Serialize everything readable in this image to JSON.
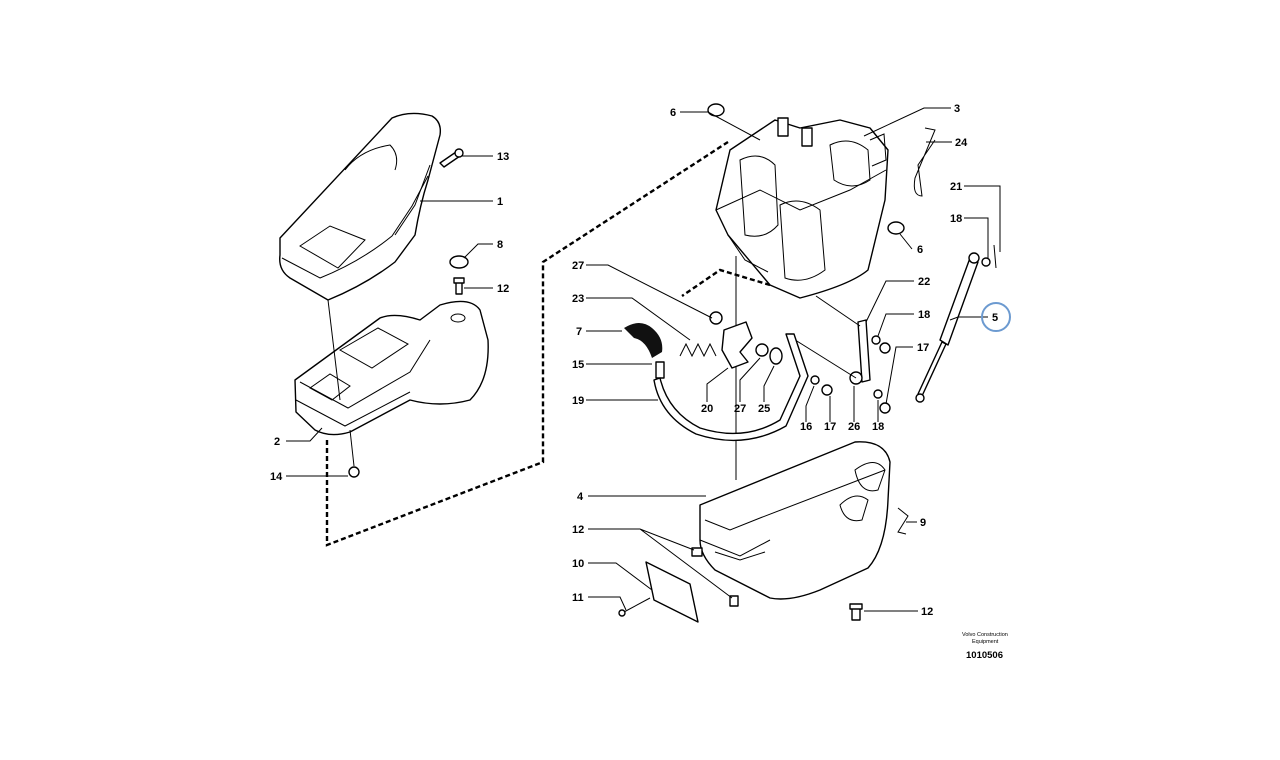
{
  "diagram": {
    "manufacturer_line1": "Volvo Construction",
    "manufacturer_line2": "Equipment",
    "drawing_number": "1010506",
    "highlight_color": "#6c9ad0",
    "callouts": [
      {
        "id": "c1",
        "label": "1"
      },
      {
        "id": "c2",
        "label": "2"
      },
      {
        "id": "c3",
        "label": "3"
      },
      {
        "id": "c4",
        "label": "4"
      },
      {
        "id": "c5",
        "label": "5"
      },
      {
        "id": "c6a",
        "label": "6"
      },
      {
        "id": "c6b",
        "label": "6"
      },
      {
        "id": "c7",
        "label": "7"
      },
      {
        "id": "c8",
        "label": "8"
      },
      {
        "id": "c9",
        "label": "9"
      },
      {
        "id": "c10",
        "label": "10"
      },
      {
        "id": "c11",
        "label": "11"
      },
      {
        "id": "c12a",
        "label": "12"
      },
      {
        "id": "c12b",
        "label": "12"
      },
      {
        "id": "c12c",
        "label": "12"
      },
      {
        "id": "c13",
        "label": "13"
      },
      {
        "id": "c14",
        "label": "14"
      },
      {
        "id": "c15",
        "label": "15"
      },
      {
        "id": "c16",
        "label": "16"
      },
      {
        "id": "c17a",
        "label": "17"
      },
      {
        "id": "c17b",
        "label": "17"
      },
      {
        "id": "c18a",
        "label": "18"
      },
      {
        "id": "c18b",
        "label": "18"
      },
      {
        "id": "c18c",
        "label": "18"
      },
      {
        "id": "c19",
        "label": "19"
      },
      {
        "id": "c20",
        "label": "20"
      },
      {
        "id": "c21",
        "label": "21"
      },
      {
        "id": "c22",
        "label": "22"
      },
      {
        "id": "c23",
        "label": "23"
      },
      {
        "id": "c24",
        "label": "24"
      },
      {
        "id": "c25",
        "label": "25"
      },
      {
        "id": "c26",
        "label": "26"
      },
      {
        "id": "c27a",
        "label": "27"
      },
      {
        "id": "c27b",
        "label": "27"
      }
    ]
  }
}
